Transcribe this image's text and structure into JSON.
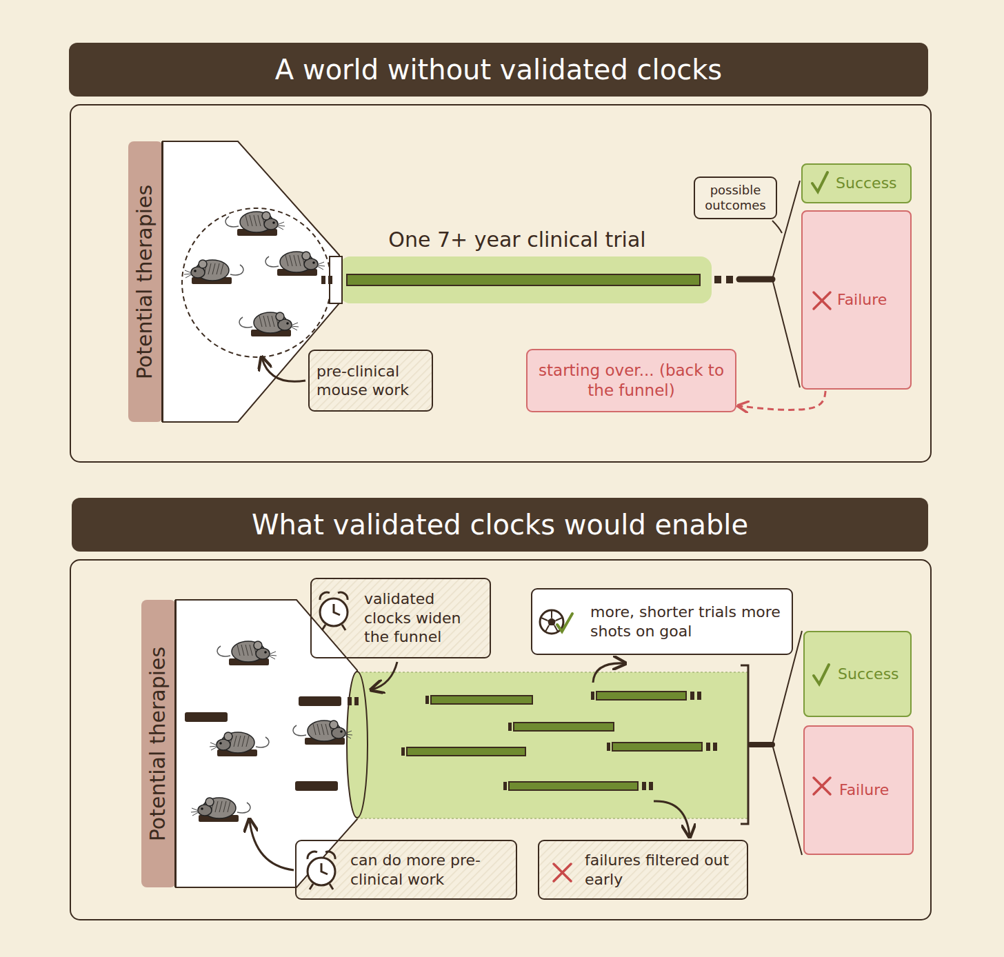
{
  "diagram": {
    "nodes": [
      {
        "text": [
          "A world without validated clocks"
        ]
      },
      {
        "text": [
          "Potential therapies"
        ]
      },
      {
        "text": [
          "pre-clinical mouse work"
        ]
      },
      {
        "text": [
          "One 7+ year clinical trial"
        ]
      },
      {
        "text": [
          "possible outcomes"
        ]
      },
      {
        "text": [
          "Success"
        ]
      },
      {
        "text": [
          "Failure"
        ]
      },
      {
        "text": [
          "starting over... (back to the funnel)"
        ]
      },
      {
        "text": [
          "What validated clocks would enable"
        ]
      },
      {
        "text": [
          "Potential therapies"
        ]
      },
      {
        "text": [
          "validated clocks widen the funnel"
        ]
      },
      {
        "text": [
          "more, shorter trials more shots on goal"
        ]
      },
      {
        "text": [
          "Success"
        ]
      },
      {
        "text": [
          "Failure"
        ]
      },
      {
        "text": [
          "can do more pre-clinical work"
        ]
      },
      {
        "text": [
          "failures filtered out early"
        ]
      }
    ],
    "edges": [
      {
        "from": 6,
        "to": 7,
        "arrow": "to"
      }
    ]
  }
}
